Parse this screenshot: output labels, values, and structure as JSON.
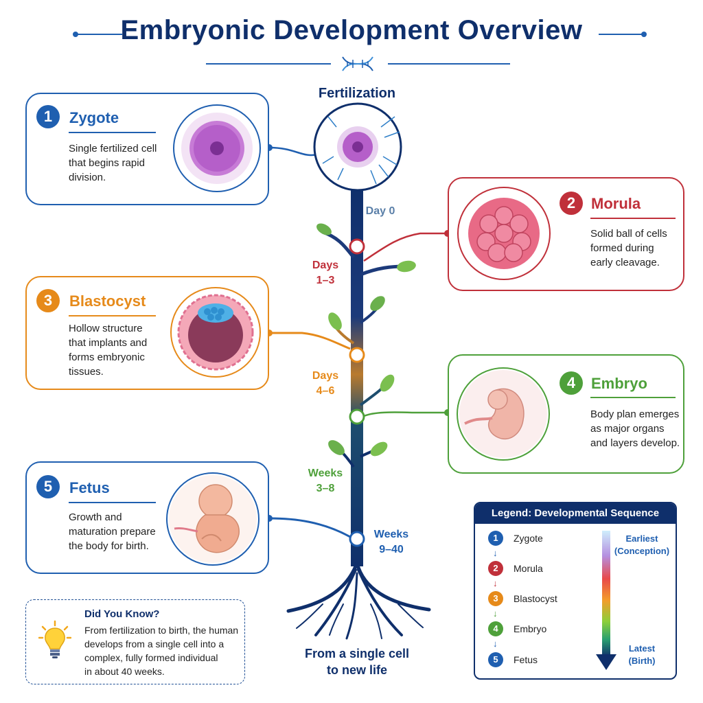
{
  "title": "Embryonic Development Overview",
  "top_label": "Fertilization",
  "bottom_label_line1": "From a single cell",
  "bottom_label_line2": "to new life",
  "timeline": [
    {
      "lines": [
        "Day 0"
      ],
      "color": "#5a7fa8"
    },
    {
      "lines": [
        "Days",
        "1–3"
      ],
      "color": "#c0303a"
    },
    {
      "lines": [
        "Days",
        "4–6"
      ],
      "color": "#e68a1a"
    },
    {
      "lines": [
        "Weeks",
        "3–8"
      ],
      "color": "#4ea03a"
    },
    {
      "lines": [
        "Weeks",
        "9–40"
      ],
      "color": "#1f5fb0"
    }
  ],
  "stages": [
    {
      "number": "1",
      "name": "Zygote",
      "description": [
        "Single fertilized cell",
        "that begins rapid",
        "division."
      ],
      "color": "#1f5fb0"
    },
    {
      "number": "2",
      "name": "Morula",
      "description": [
        "Solid ball of cells",
        "formed during",
        "early cleavage."
      ],
      "color": "#c0303a"
    },
    {
      "number": "3",
      "name": "Blastocyst",
      "description": [
        "Hollow structure",
        "that implants and",
        "forms embryonic",
        "tissues."
      ],
      "color": "#e68a1a"
    },
    {
      "number": "4",
      "name": "Embryo",
      "description": [
        "Body plan emerges",
        "as major organs",
        "and layers develop."
      ],
      "color": "#4ea03a"
    },
    {
      "number": "5",
      "name": "Fetus",
      "description": [
        "Growth and",
        "maturation prepare",
        "the body for birth."
      ],
      "color": "#1f5fb0"
    }
  ],
  "legend": {
    "title": "Legend: Developmental Sequence",
    "items": [
      {
        "number": "1",
        "label": "Zygote",
        "color": "#1f5fb0"
      },
      {
        "number": "2",
        "label": "Morula",
        "color": "#c0303a"
      },
      {
        "number": "3",
        "label": "Blastocyst",
        "color": "#e68a1a"
      },
      {
        "number": "4",
        "label": "Embryo",
        "color": "#4ea03a"
      },
      {
        "number": "5",
        "label": "Fetus",
        "color": "#1f5fb0"
      }
    ],
    "earliest_line1": "Earliest",
    "earliest_line2": "(Conception)",
    "latest_line1": "Latest",
    "latest_line2": "(Birth)"
  },
  "did_you_know": {
    "heading": "Did You Know?",
    "text": [
      "From fertilization to birth, the human",
      "develops from a single cell into a",
      "complex, fully formed individual",
      "in about 40 weeks."
    ]
  },
  "icons": [
    "dna-icon",
    "lightbulb-icon"
  ]
}
